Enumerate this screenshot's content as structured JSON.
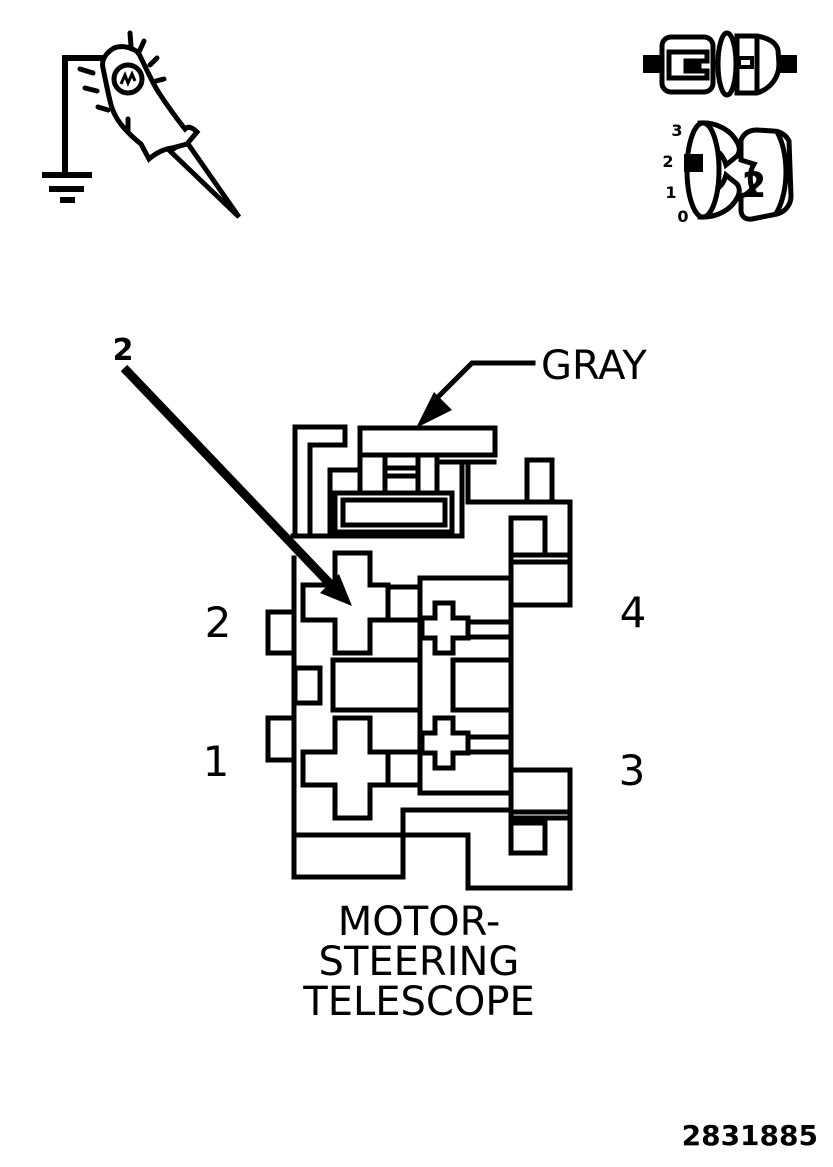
{
  "figure": {
    "icons": {
      "test_light": "test-light-to-ground-icon",
      "connector_pair": "disconnected-connector-icon",
      "rotary_dial": "key-position-dial-icon"
    },
    "dial": {
      "positions": [
        "3",
        "2",
        "1",
        "0"
      ],
      "selected_position": "2"
    },
    "callouts": {
      "pin_callout": "2",
      "color_label": "GRAY"
    },
    "connector_pins": {
      "top_left": "2",
      "bottom_left": "1",
      "top_right": "4",
      "bottom_right": "3"
    },
    "caption": {
      "line1": "MOTOR-",
      "line2": "STEERING",
      "line3": "TELESCOPE"
    },
    "figure_number": "2831885",
    "colors": {
      "line": "#000000",
      "background": "#ffffff"
    }
  }
}
